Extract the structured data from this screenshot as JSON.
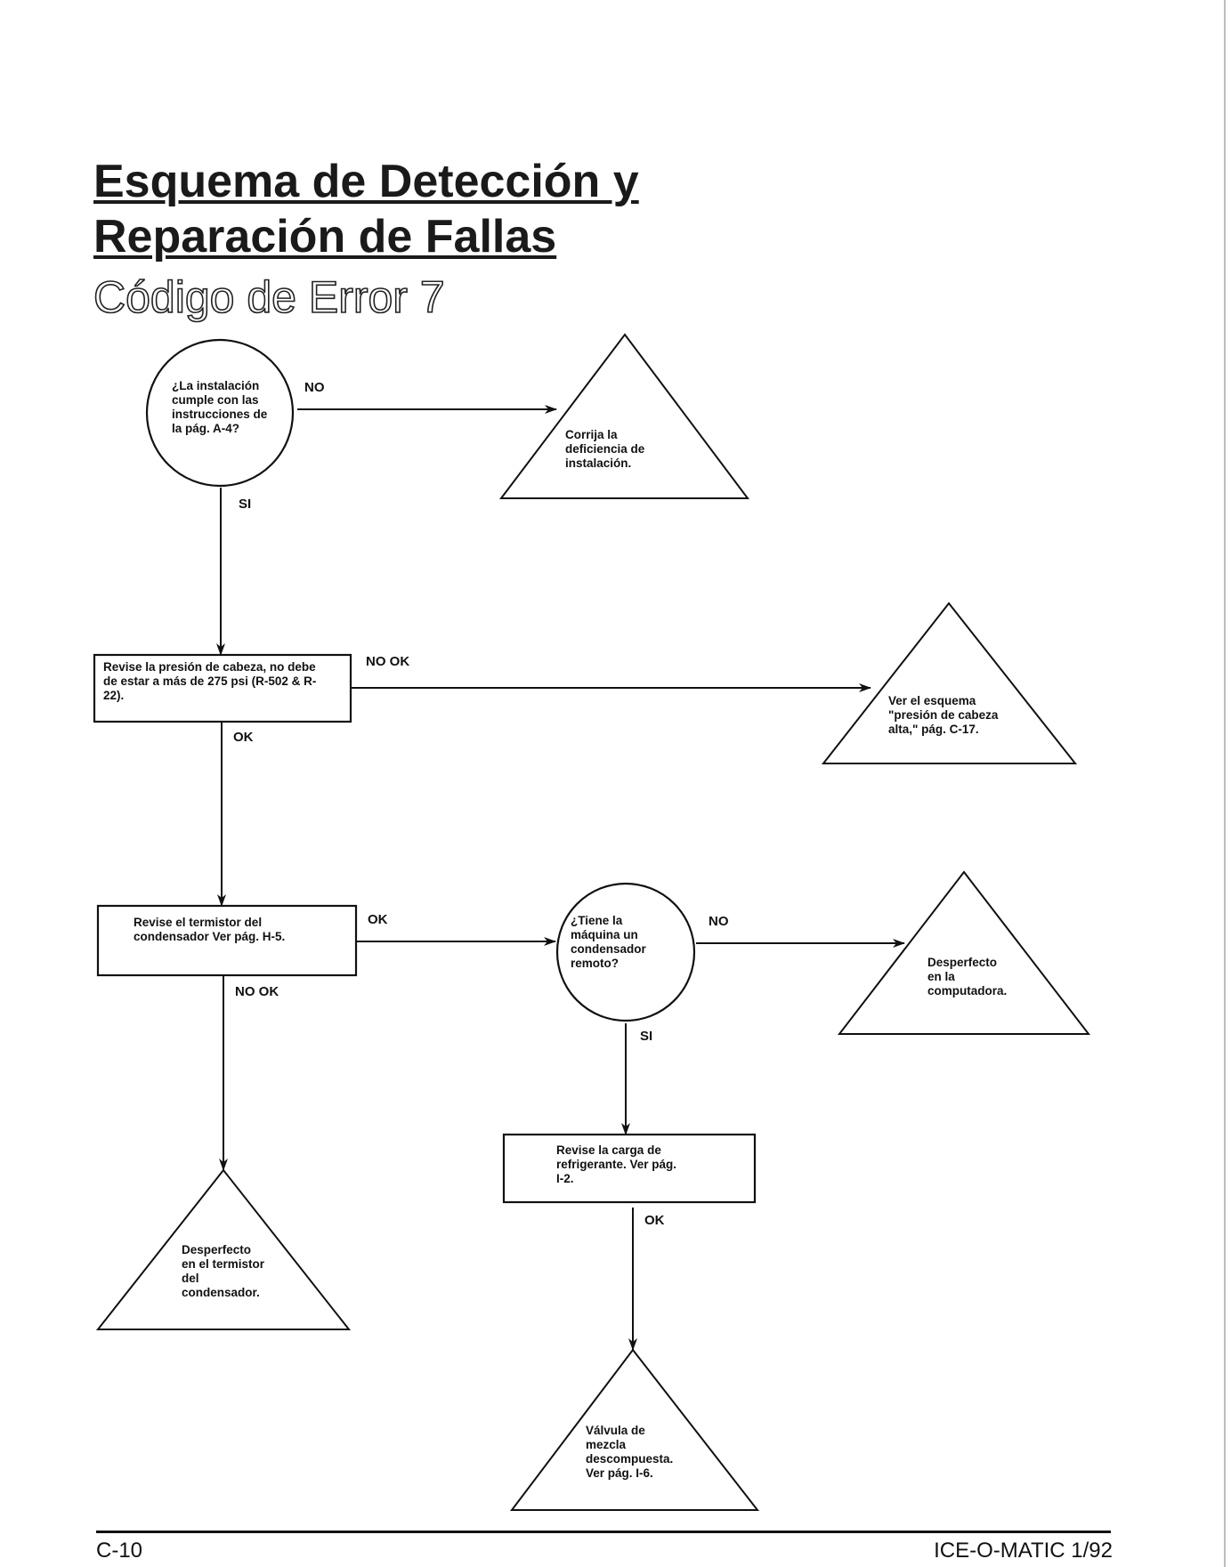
{
  "header": {
    "title_line1": "Esquema de Detección y",
    "title_line2": "Reparación de Fallas",
    "subtitle": "Código de Error 7"
  },
  "nodes": {
    "q_installation": {
      "shape": "circle",
      "lines": [
        "¿La instalación",
        "cumple con las",
        "instrucciones de",
        "la pág. A-4?"
      ]
    },
    "fix_installation": {
      "shape": "triangle",
      "lines": [
        "Corrija la",
        "deficiencia de",
        "instalación."
      ]
    },
    "check_head_pressure": {
      "shape": "rectangle",
      "lines": [
        "Revise la presión de cabeza, no debe",
        "de estar a más de 275 psi (R-502 & R-",
        "22)."
      ]
    },
    "see_high_pressure": {
      "shape": "triangle",
      "lines": [
        "Ver el esquema",
        "\"presión de cabeza",
        "alta,\" pág. C-17."
      ]
    },
    "check_thermistor": {
      "shape": "rectangle",
      "lines": [
        "Revise el termistor del",
        "condensador  Ver pág.  H-5."
      ]
    },
    "q_remote_condenser": {
      "shape": "circle",
      "lines": [
        "¿Tiene la",
        "máquina un",
        "condensador",
        "remoto?"
      ]
    },
    "computer_fault": {
      "shape": "triangle",
      "lines": [
        "Desperfecto",
        "en la",
        "computadora."
      ]
    },
    "thermistor_fault": {
      "shape": "triangle",
      "lines": [
        "Desperfecto",
        "en el termistor",
        "del",
        "condensador."
      ]
    },
    "check_refrigerant": {
      "shape": "rectangle",
      "lines": [
        "Revise la carga de",
        "refrigerante.  Ver pág.",
        "I-2."
      ]
    },
    "mixing_valve": {
      "shape": "triangle",
      "lines": [
        "Válvula de",
        "mezcla",
        "descompuesta.",
        "Ver pág. I-6."
      ]
    }
  },
  "edges": [
    {
      "from": "q_installation",
      "to": "fix_installation",
      "label": "NO"
    },
    {
      "from": "q_installation",
      "to": "check_head_pressure",
      "label": "SI"
    },
    {
      "from": "check_head_pressure",
      "to": "see_high_pressure",
      "label": "NO OK"
    },
    {
      "from": "check_head_pressure",
      "to": "check_thermistor",
      "label": "OK"
    },
    {
      "from": "check_thermistor",
      "to": "q_remote_condenser",
      "label": "OK"
    },
    {
      "from": "check_thermistor",
      "to": "thermistor_fault",
      "label": "NO OK"
    },
    {
      "from": "q_remote_condenser",
      "to": "computer_fault",
      "label": "NO"
    },
    {
      "from": "q_remote_condenser",
      "to": "check_refrigerant",
      "label": "SI"
    },
    {
      "from": "check_refrigerant",
      "to": "mixing_valve",
      "label": "OK"
    }
  ],
  "footer": {
    "page_number": "C-10",
    "publication": "ICE-O-MATIC 1/92"
  },
  "colors": {
    "ink": "#111111",
    "paper": "#ffffff"
  }
}
